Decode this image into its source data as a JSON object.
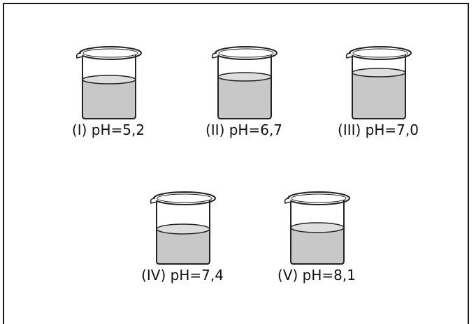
{
  "beakers": [
    {
      "label": "(I) pH=5,2"
    },
    {
      "label": "(II) pH=6,7"
    },
    {
      "label": "(III) pH=7,0"
    },
    {
      "label": "(IV) pH=7,4"
    },
    {
      "label": "(V) pH=8,1"
    }
  ],
  "colors": {
    "liquid": "#c8c8c8",
    "outline": "#222222",
    "border": "#1a1a1a"
  }
}
